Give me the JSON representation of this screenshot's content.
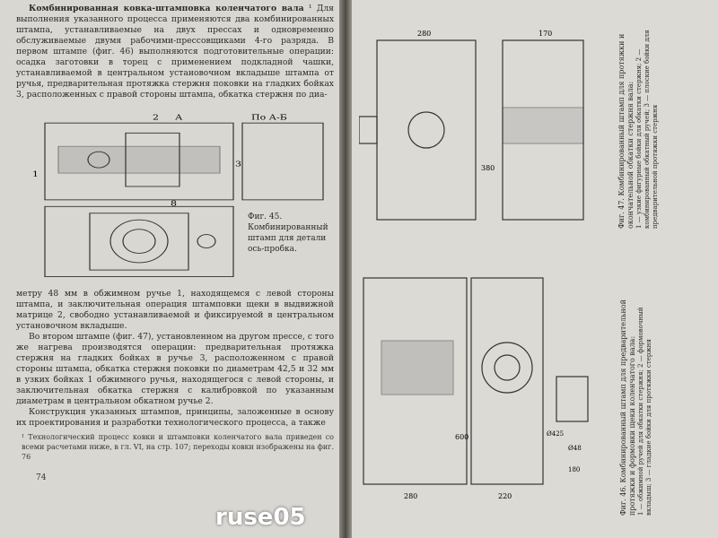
{
  "watermark": "ruse05",
  "left_page": {
    "heading": "Комбинированная ковка-штамповка коленчатого вала",
    "para1": "¹ Для выполнения указанного процесса применяются два комбинированных штампа, устанавливаемые на двух прессах и одновременно обслуживаемые двумя рабочими-прессовщиками 4-го разряда. В первом штампе (фиг. 46) выполняются подготовительные операции: осадка заготовки в торец с применением подкладной чашки, устанавливаемой в центральном установочном вкладыше штампа от ручья, предварительная протяжка стержня поковки на гладких бойках 3, расположенных с правой стороны штампа, обкатка стержня по диа-",
    "fig45_labels": [
      "По А-Б",
      "2",
      "А",
      "1",
      "3",
      "8"
    ],
    "fig45_caption": "Фиг. 45. Комбинированный штамп для детали ось-пробка.",
    "para2": "метру 48 мм в обжимном ручье 1, находящемся с левой стороны штампа, и заключительная операция штамповки щеки в выдвижной матрице 2, свободно устанавливаемой и фиксируемой в центральном установочном вкладыше.",
    "para3": "Во втором штампе (фиг. 47), установленном на другом прессе, с того же нагрева производятся операции: предварительная протяжка стержня на гладких бойках в ручье 3, расположенном с правой стороны штампа, обкатка стержня поковки по диаметрам 42,5 и 32 мм в узких бойках 1 обжимного ручья, находящегося с левой стороны, и заключительная обкатка стержня с калибровкой по указанным диаметрам в центральном обкатном ручье 2.",
    "para4": "Конструкция указанных штампов, принципы, заложенные в основу их проектирования и разработки технологического процесса, а также",
    "footnote": "¹ Технологический процесс ковки и штамповки коленчатого вала приведен со всеми расчетами ниже, в гл. VI, на стр. 107; переходы ковки изображены на фиг. 76",
    "page_number": "74"
  },
  "right_page": {
    "fig47_dims": [
      "280",
      "380",
      "170"
    ],
    "fig47_caption": "Фиг. 47. Комбинированный штамп для протяжки и окончательной обкатки стержня вала:",
    "fig47_legend": "1 — узкие фигурные бойки для обкатки стержня; 2 — комбинированный обкатный ручей; 3 — плоские бойки для предварительной протяжки стержня",
    "fig46_dims": [
      "600",
      "280",
      "220",
      "Ø425",
      "Ø48",
      "180"
    ],
    "fig46_caption": "Фиг. 46. Комбинированный штамп для предварительной протяжки и формовки щеки коленчатого вала:",
    "fig46_legend": "1 — обжимной ручей для обкатки стержня; 2 — формовочный вкладыш; 3 — гладкие бойки для протяжки стержня"
  }
}
